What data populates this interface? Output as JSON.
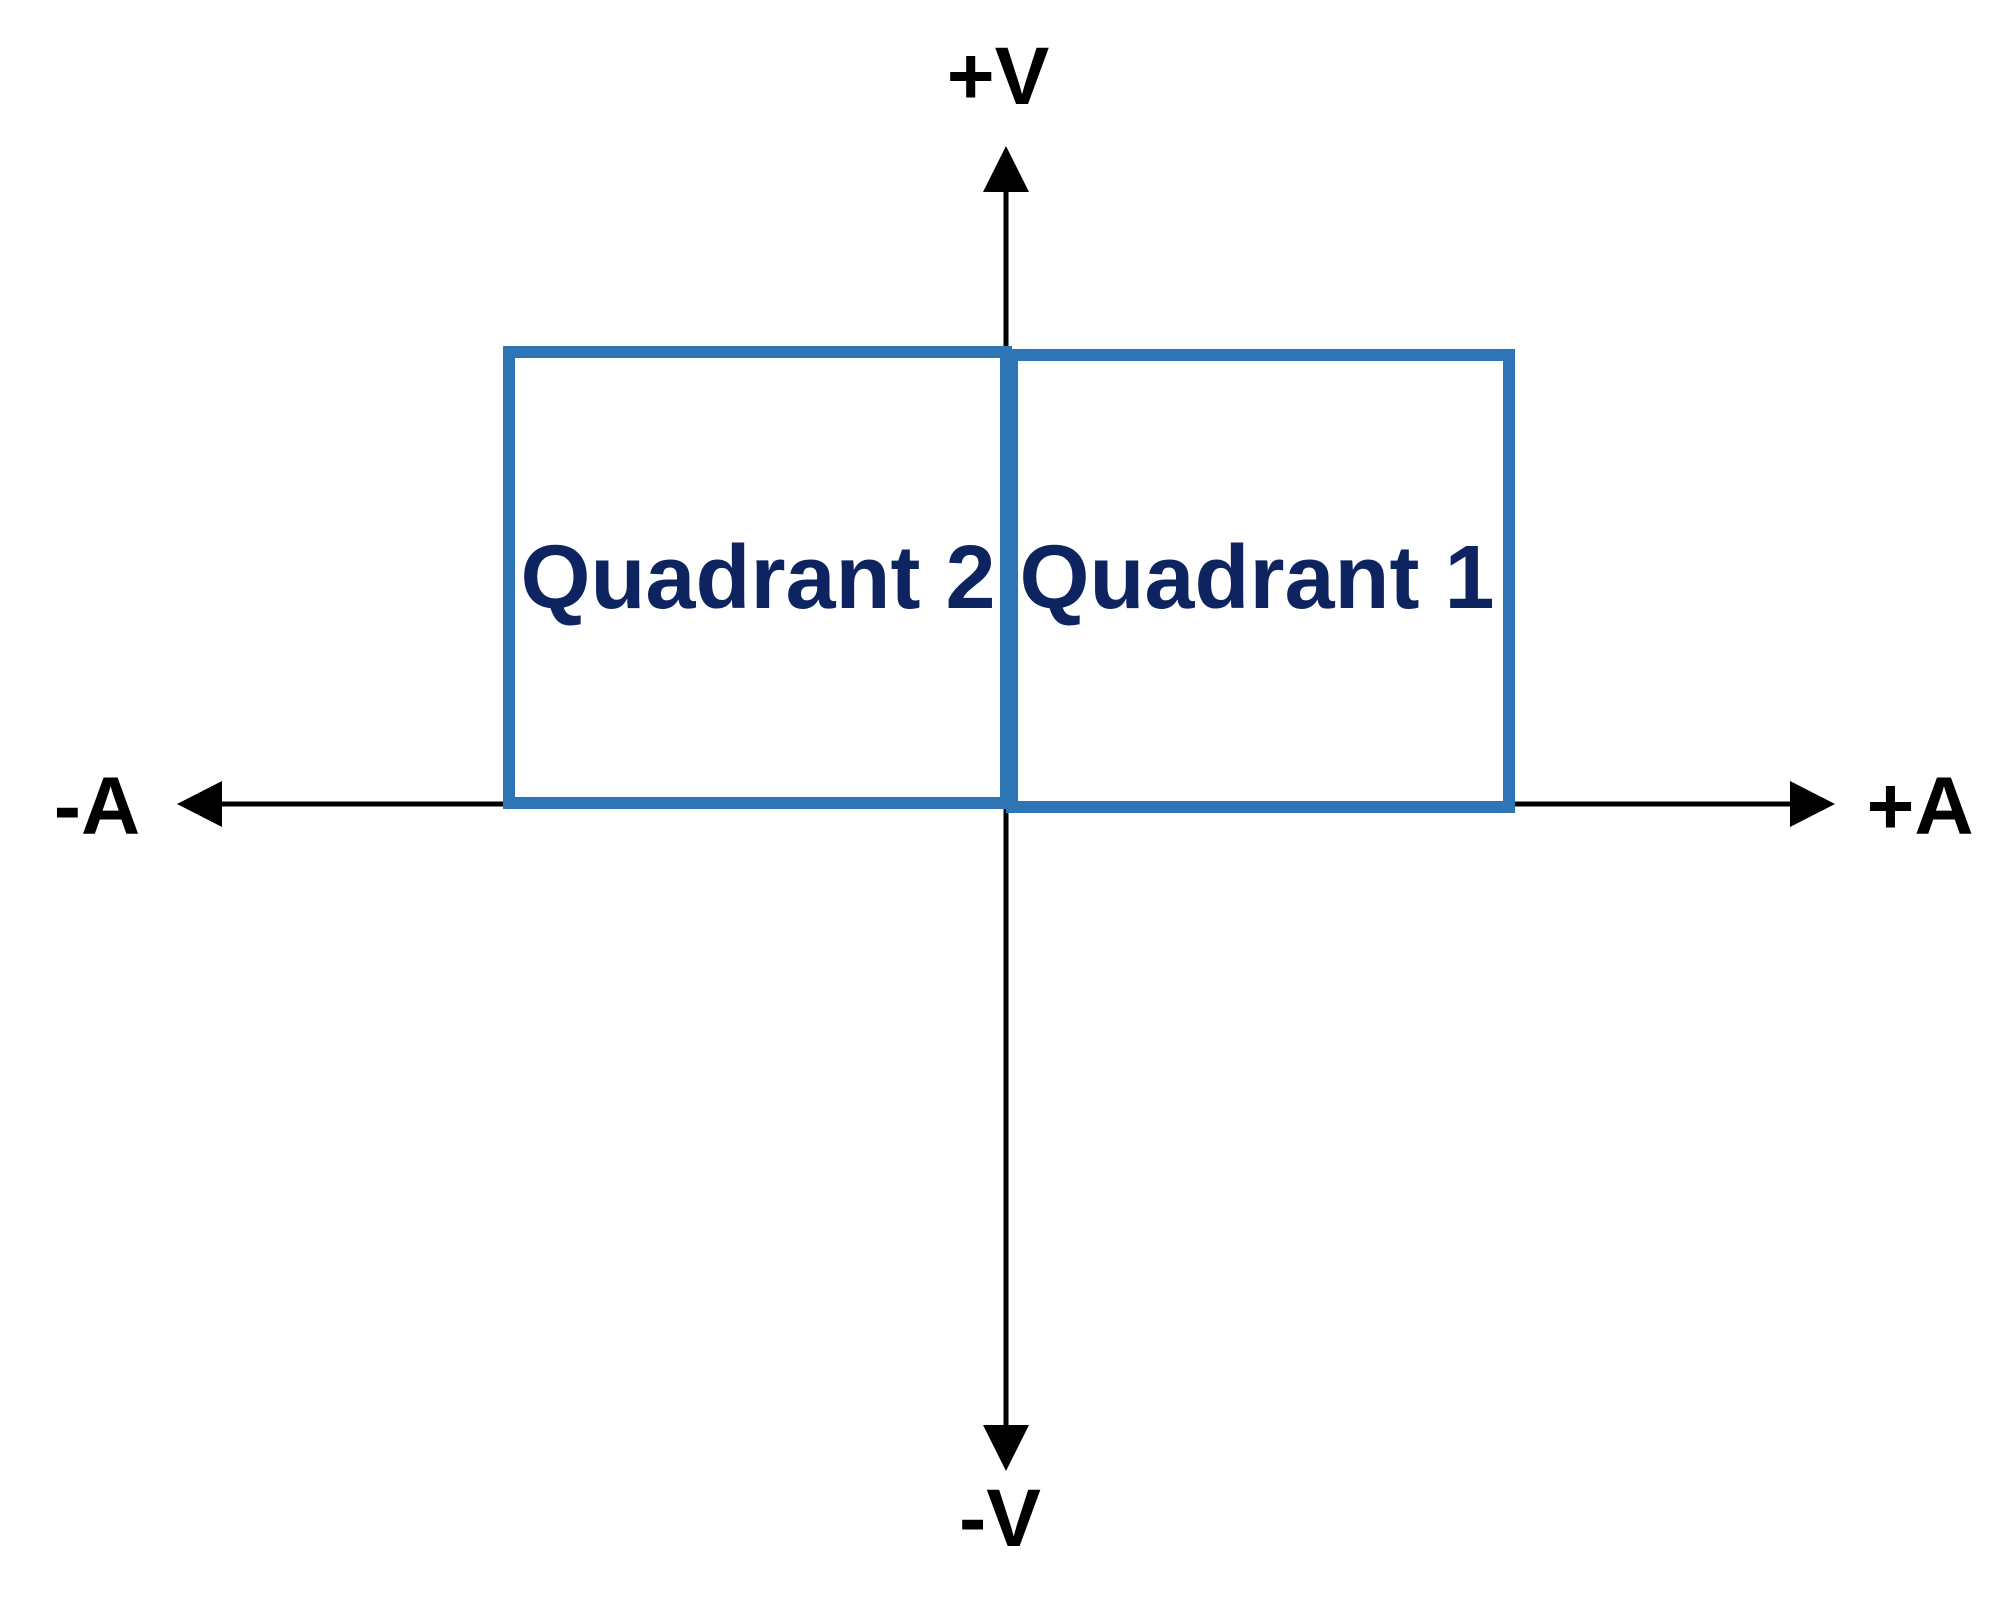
{
  "axes": {
    "vertical_positive": "+V",
    "vertical_negative": "-V",
    "horizontal_positive": "+A",
    "horizontal_negative": "-A"
  },
  "quadrants": [
    {
      "label": "Quadrant 2"
    },
    {
      "label": "Quadrant 1"
    }
  ],
  "colors": {
    "box_border": "#2e75b6",
    "quadrant_text": "#0d2460",
    "axis": "#000000"
  }
}
